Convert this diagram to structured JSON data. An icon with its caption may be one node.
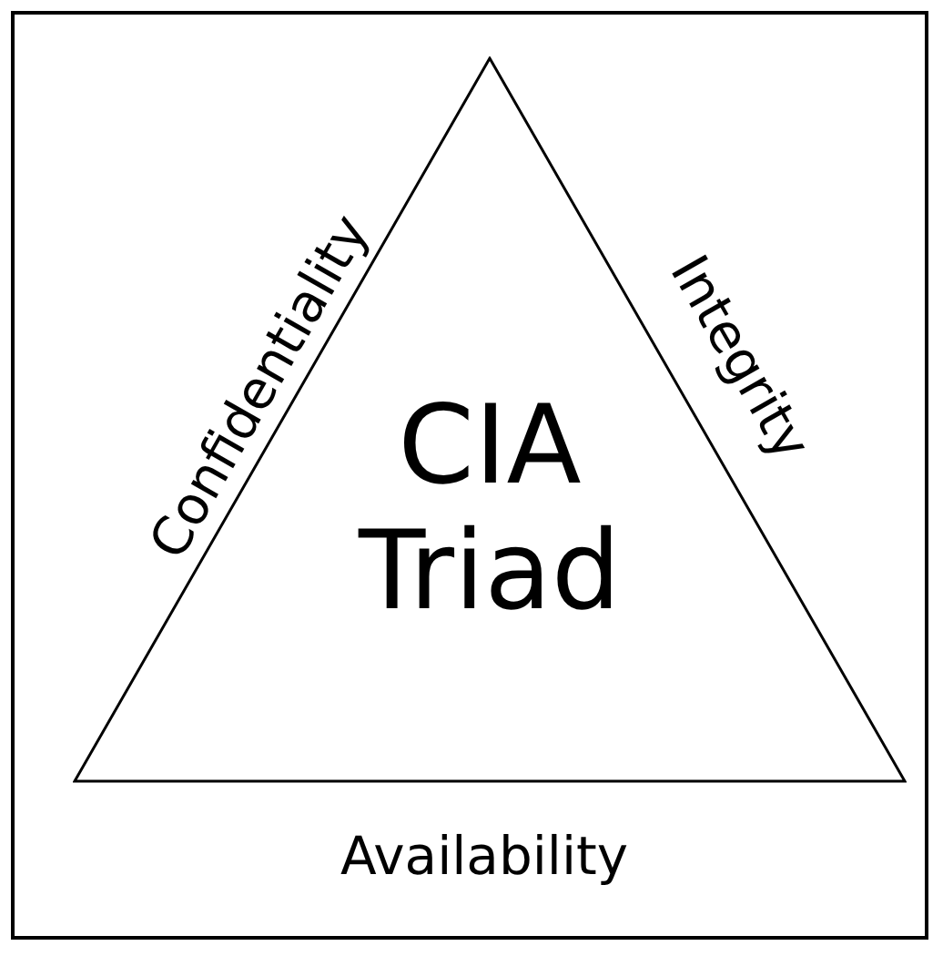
{
  "diagram": {
    "nodes": [
      {
        "text": [
          "CIA Triad"
        ]
      }
    ],
    "labels": [
      "Confidentiality",
      "Integrity",
      "Availability"
    ]
  }
}
